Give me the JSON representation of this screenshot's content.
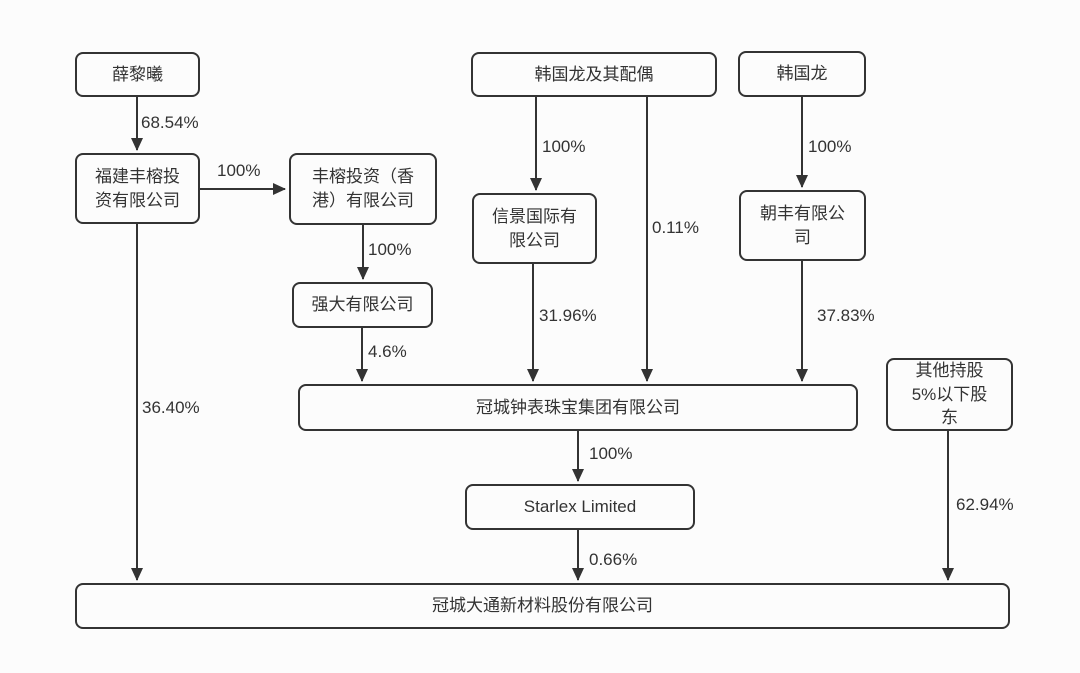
{
  "diagram": {
    "type": "ownership-structure-flowchart",
    "colors": {
      "background": "#fcfcfc",
      "line": "#333333",
      "box_border": "#333333",
      "text": "#333333"
    },
    "nodes": {
      "xue_lixi": {
        "label": "薛黎曦"
      },
      "fujian_fengrong": {
        "label": "福建丰榕投资有限公司"
      },
      "fengrong_hk": {
        "label": "丰榕投资（香港）有限公司"
      },
      "qiangda": {
        "label": "强大有限公司"
      },
      "han_guolong_spouse": {
        "label": "韩国龙及其配偶"
      },
      "xinjing": {
        "label": "信景国际有限公司"
      },
      "han_guolong": {
        "label": "韩国龙"
      },
      "chaofeng": {
        "label": "朝丰有限公司"
      },
      "guancheng_jewelry": {
        "label": "冠城钟表珠宝集团有限公司"
      },
      "starlex": {
        "label": "Starlex Limited"
      },
      "other_shareholders": {
        "label": "其他持股5%以下股东"
      },
      "guancheng_datong": {
        "label": "冠城大通新材料股份有限公司"
      }
    },
    "edges": {
      "xue_to_fujian": {
        "from": "薛黎曦",
        "to": "福建丰榕投资有限公司",
        "label": "68.54%"
      },
      "fujian_to_hk": {
        "from": "福建丰榕投资有限公司",
        "to": "丰榕投资（香港）有限公司",
        "label": "100%"
      },
      "hk_to_qiangda": {
        "from": "丰榕投资（香港）有限公司",
        "to": "强大有限公司",
        "label": "100%"
      },
      "qiangda_to_jewelry": {
        "from": "强大有限公司",
        "to": "冠城钟表珠宝集团有限公司",
        "label": "4.6%"
      },
      "spouse_to_xinjing": {
        "from": "韩国龙及其配偶",
        "to": "信景国际有限公司",
        "label": "100%"
      },
      "spouse_to_jewelry": {
        "from": "韩国龙及其配偶",
        "to": "冠城钟表珠宝集团有限公司",
        "label": "0.11%"
      },
      "xinjing_to_jewelry": {
        "from": "信景国际有限公司",
        "to": "冠城钟表珠宝集团有限公司",
        "label": "31.96%"
      },
      "han_to_chaofeng": {
        "from": "韩国龙",
        "to": "朝丰有限公司",
        "label": "100%"
      },
      "chaofeng_to_jewelry": {
        "from": "朝丰有限公司",
        "to": "冠城钟表珠宝集团有限公司",
        "label": "37.83%"
      },
      "jewelry_to_starlex": {
        "from": "冠城钟表珠宝集团有限公司",
        "to": "Starlex Limited",
        "label": "100%"
      },
      "starlex_to_datong": {
        "from": "Starlex Limited",
        "to": "冠城大通新材料股份有限公司",
        "label": "0.66%"
      },
      "fujian_to_datong": {
        "from": "福建丰榕投资有限公司",
        "to": "冠城大通新材料股份有限公司",
        "label": "36.40%"
      },
      "other_to_datong": {
        "from": "其他持股5%以下股东",
        "to": "冠城大通新材料股份有限公司",
        "label": "62.94%"
      }
    }
  }
}
